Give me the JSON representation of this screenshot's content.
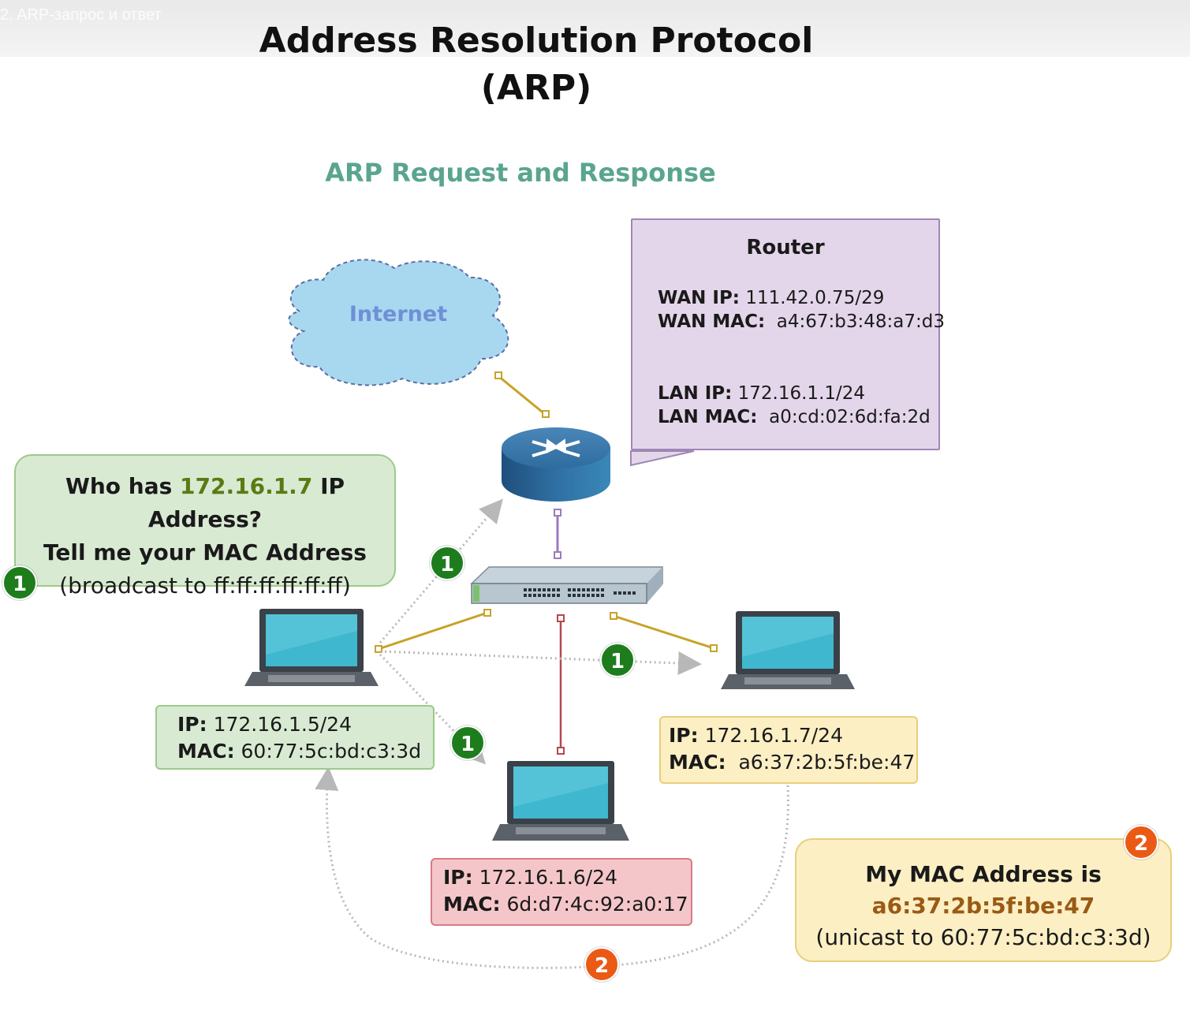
{
  "header": {
    "video_title": "2. ARP-запрос и ответ",
    "title_line1": "Address Resolution Protocol",
    "title_line2": "(ARP)"
  },
  "subtitle": "ARP Request and Response",
  "internet": {
    "label": "Internet"
  },
  "router": {
    "title": "Router",
    "wan_ip_key": "WAN IP:",
    "wan_ip": "111.42.0.75/29",
    "wan_mac_key": "WAN MAC:",
    "wan_mac": "a4:67:b3:48:a7:d3",
    "lan_ip_key": "LAN IP:",
    "lan_ip": "172.16.1.1/24",
    "lan_mac_key": "LAN MAC:",
    "lan_mac": "a0:cd:02:6d:fa:2d"
  },
  "request": {
    "line1_pre": "Who has",
    "line1_ip": "172.16.1.7",
    "line1_post": "IP Address?",
    "line2": "Tell me your MAC Address",
    "line3": "(broadcast to ff:ff:ff:ff:ff:ff)"
  },
  "hosts": [
    {
      "ip_key": "IP:",
      "ip": "172.16.1.5/24",
      "mac_key": "MAC:",
      "mac": "60:77:5c:bd:c3:3d"
    },
    {
      "ip_key": "IP:",
      "ip": "172.16.1.6/24",
      "mac_key": "MAC:",
      "mac": "6d:d7:4c:92:a0:17"
    },
    {
      "ip_key": "IP:",
      "ip": "172.16.1.7/24",
      "mac_key": "MAC:",
      "mac": "a6:37:2b:5f:be:47"
    }
  ],
  "reply": {
    "line1": "My MAC Address is",
    "line2": "a6:37:2b:5f:be:47",
    "line3": "(unicast to 60:77:5c:bd:c3:3d)"
  },
  "badges": {
    "step1": "1",
    "step2": "2"
  },
  "colors": {
    "subtitle": "#5aa58f",
    "green_badge": "#1d7d1d",
    "orange_badge": "#ea5a15",
    "green_box": "#d9ead3",
    "yellow_box": "#fcefc4",
    "red_box": "#f5c6c9",
    "purple_box": "#e4d6ea",
    "cloud": "#a8d8ef",
    "laptop_screen": "#3fb8cf"
  }
}
